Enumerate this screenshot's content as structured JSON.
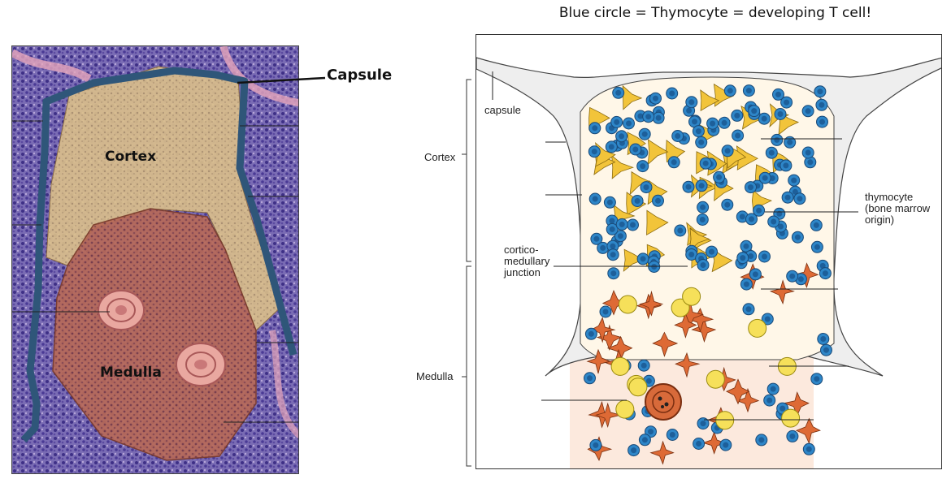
{
  "caption": "Blue circle = Thymocyte = developing T cell!",
  "histology": {
    "capsule_label": "Capsule",
    "cortex_label": "Cortex",
    "medulla_label": "Medulla"
  },
  "diagram": {
    "capsule": "capsule",
    "cortex": "Cortex",
    "medulla": "Medulla",
    "thymocyte_line1": "thymocyte",
    "thymocyte_line2": "(bone marrow",
    "thymocyte_line3": "origin)",
    "cm_line1": "cortico-",
    "cm_line2": "medullary",
    "cm_line3": "junction"
  },
  "colors": {
    "capsule_blue": "#2f5679",
    "cortex_overlay": "#e7c98a",
    "medulla_overlay": "#c0593c",
    "thymocyte_blue": "#2e86c8",
    "epithelial_yellow": "#f2c43a",
    "dendritic_orange": "#de6a35"
  }
}
